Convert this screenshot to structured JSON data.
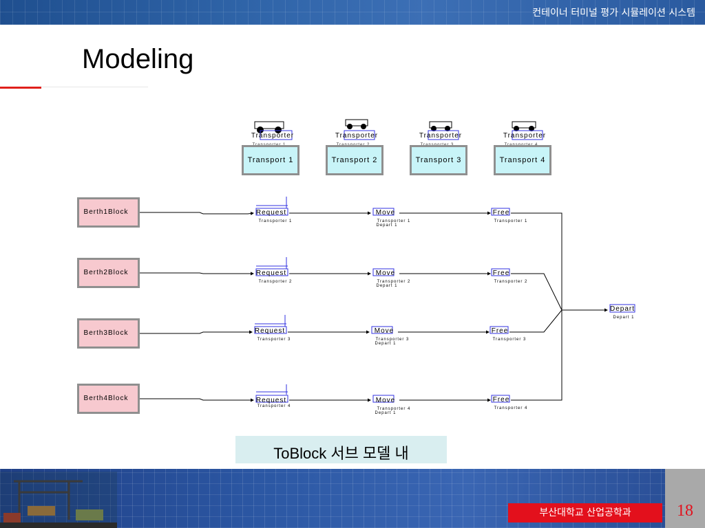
{
  "header": {
    "banner_title": "컨테이너 터미널 평가 시뮬레이션 시스템"
  },
  "slide": {
    "title": "Modeling",
    "caption": "ToBlock 서브 모델 내"
  },
  "diagram": {
    "transporters": [
      {
        "top_label": "Transporter",
        "sub_label": "Transporter 1",
        "box_label": "Transport 1"
      },
      {
        "top_label": "Transporter",
        "sub_label": "Transporter 2",
        "box_label": "Transport 2"
      },
      {
        "top_label": "Transporter",
        "sub_label": "Transporter 3",
        "box_label": "Transport 3"
      },
      {
        "top_label": "Transporter",
        "sub_label": "Transporter 4",
        "box_label": "Transport 4"
      }
    ],
    "rows": [
      {
        "block": "Berth1Block",
        "request": "Request",
        "request_sub": "Transporter 1",
        "move": "Move",
        "move_sub1": "Transporter 1",
        "move_sub2": "Depart 1",
        "free": "Free",
        "free_sub": "Transporter 1"
      },
      {
        "block": "Berth2Block",
        "request": "Request",
        "request_sub": "Transporter 2",
        "move": "Move",
        "move_sub1": "Transporter 2",
        "move_sub2": "Depart 1",
        "free": "Free",
        "free_sub": "Transporter 2"
      },
      {
        "block": "Berth3Block",
        "request": "Request",
        "request_sub": "Transporter 3",
        "move": "Move",
        "move_sub1": "Transporter 3",
        "move_sub2": "Depart 1",
        "free": "Free",
        "free_sub": "Transporter 3"
      },
      {
        "block": "Berth4Block",
        "request": "Request",
        "request_sub": "Transporter 4",
        "move": "Move",
        "move_sub1": "Transporter 4",
        "move_sub2": "Depart 1",
        "free": "Free",
        "free_sub": "Transporter 4"
      }
    ],
    "depart": {
      "label": "Depart",
      "sub": "Depart 1"
    }
  },
  "footer": {
    "org": "부산대학교   산업공학과",
    "page_number": "18"
  },
  "colors": {
    "accent_red": "#e3101c",
    "banner_blue": "#2f64a8",
    "block_pink": "#f7c9cf",
    "transport_cyan": "#c8f4f8",
    "module_blue": "#3030e0"
  }
}
